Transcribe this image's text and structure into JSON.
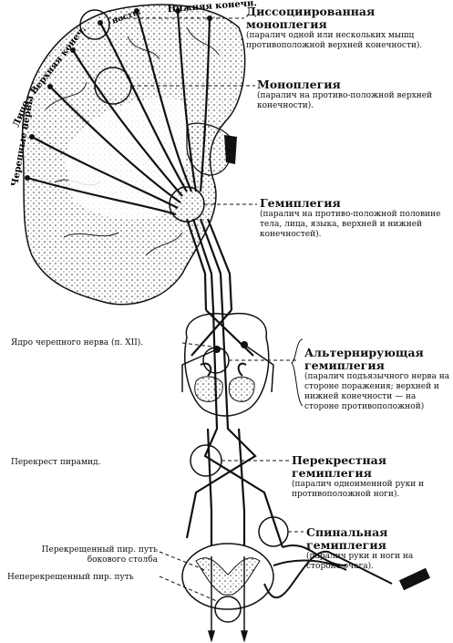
{
  "cortex_labels": {
    "lower_limb": "Нижняя конечн.",
    "frag": "ность.",
    "upper_limb": "Верхняя конеч.",
    "face": "Лицо",
    "cranial": "Черепные нервы"
  },
  "labels": {
    "dissoc": {
      "title": "Диссоциированная моноплегия",
      "desc": "(паралич одной или нескольких мышц противоположной верхней конечности)."
    },
    "mono": {
      "title": "Моноплегия",
      "desc": "(паралич на противо-положной верхней конечности)."
    },
    "hemi": {
      "title": "Гемиплегия",
      "desc": "(паралич на противо-положной половине тела, лица, языка, верхней и нижней конечностей)."
    },
    "cranial_nucleus": "Ядро черепного нерва (п. XII).",
    "alternating": {
      "title": "Альтернирующая гемиплегия",
      "desc": "(паралич подъязычного нерва на стороне поражения; верхней и нижней конечности — на стороне противоположной)"
    },
    "pyramid_decussation": "Перекрест пирамид.",
    "crossed": {
      "title": "Перекрестная гемиплегия",
      "desc": "(паралич одноименной руки и противоположной ноги)."
    },
    "spinal": {
      "title": "Спинальная гемиплегия",
      "desc": "(паралич руки и ноги на стороне очага)."
    },
    "crossed_tract": "Перекрещенный пир. путь бокового столба",
    "uncrossed_tract": "Неперекрещенный пир. путь"
  }
}
